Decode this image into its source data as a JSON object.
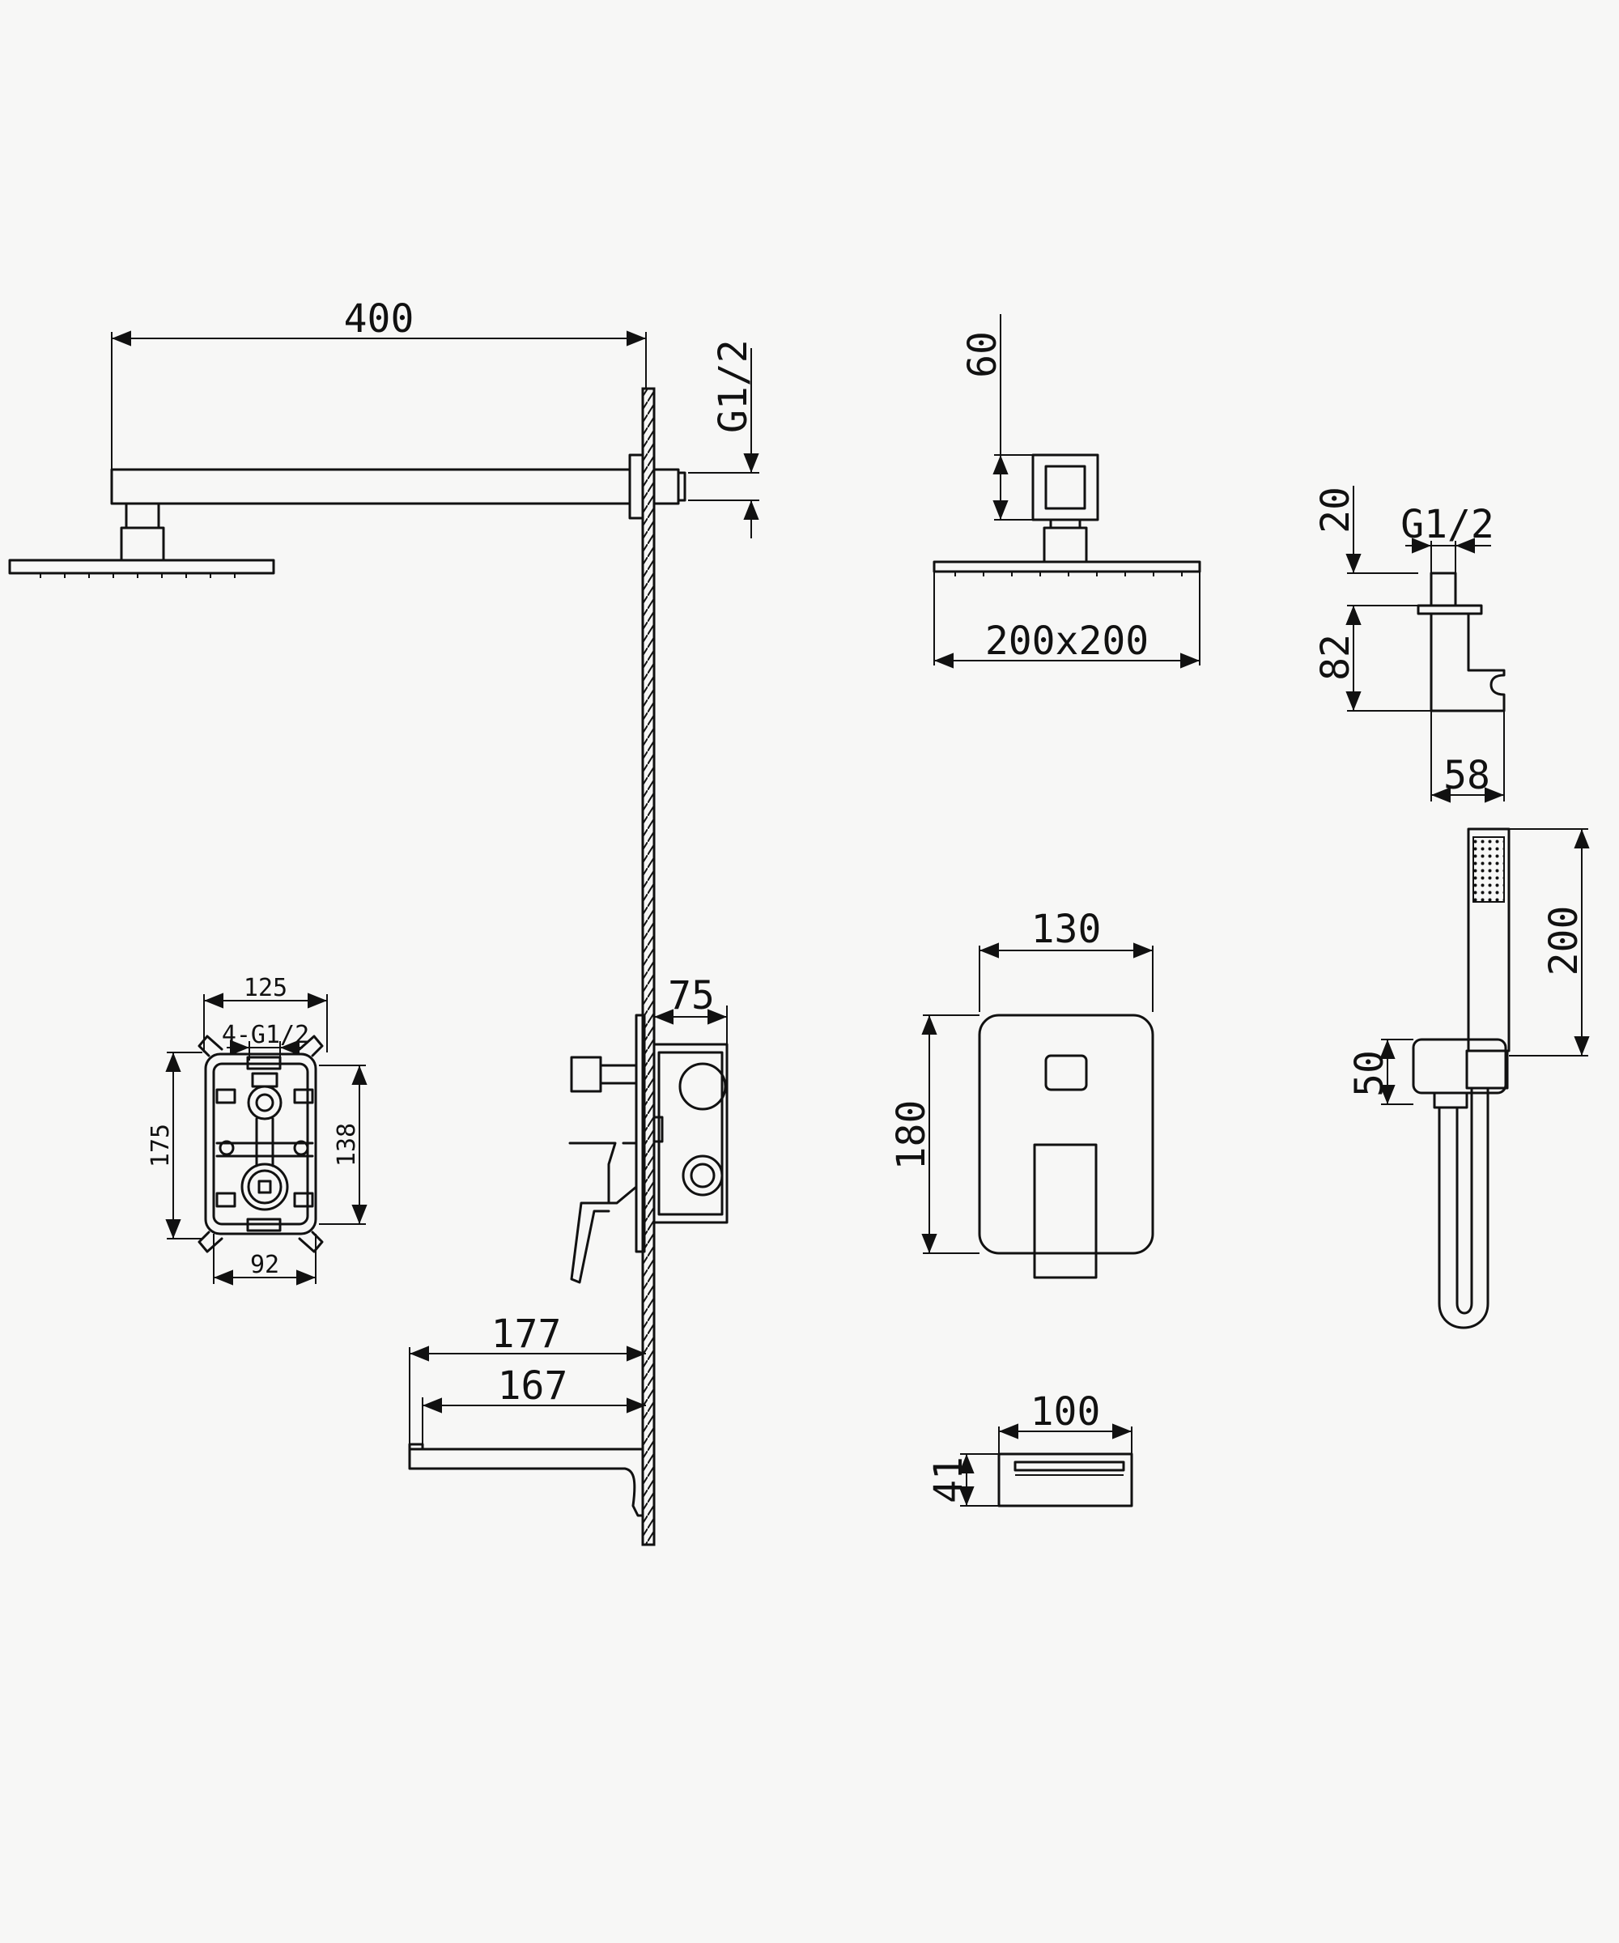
{
  "dimensions": {
    "arm_length": "400",
    "arm_thread": "G1/2",
    "head_neck": "60",
    "head_size": "200x200",
    "holder_top": "20",
    "holder_thread": "G1/2",
    "holder_height": "82",
    "holder_depth": "58",
    "box_width": "125",
    "box_inlets": "4-G1/2",
    "box_height": "175",
    "box_inner_height": "138",
    "box_inner_width": "92",
    "valve_depth": "75",
    "plate_width": "130",
    "plate_height": "180",
    "spout_outer": "177",
    "spout_inner": "167",
    "spout_width": "100",
    "spout_height": "41",
    "handshower_length": "200",
    "bracket_height": "50"
  },
  "colors": {
    "line": "#111111",
    "background": "#f7f7f6"
  }
}
